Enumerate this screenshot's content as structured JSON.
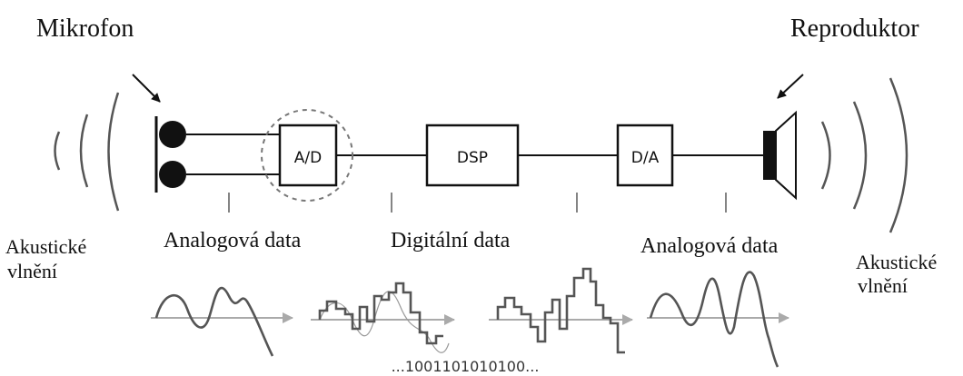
{
  "labels": {
    "microphone": "Mikrofon",
    "speaker": "Reproduktor",
    "acoustic_left_1": "Akustické",
    "acoustic_left_2": "vlnění",
    "acoustic_right_1": "Akustické",
    "acoustic_right_2": "vlnění",
    "analog_left": "Analogová data",
    "digital": "Digitální data",
    "analog_right": "Analogová data"
  },
  "blocks": {
    "adc": "A/D",
    "dsp": "DSP",
    "dac": "D/A"
  },
  "bitstream": "...1001101010100...",
  "colors": {
    "ink": "#111111",
    "wave": "#555555",
    "arrow_axis": "#aaaaaa"
  }
}
